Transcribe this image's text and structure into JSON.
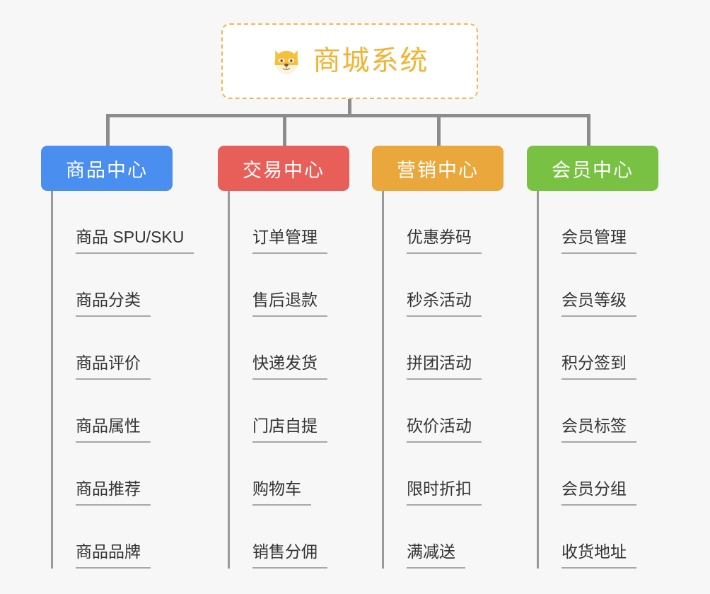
{
  "canvas": {
    "background_color": "#f7f7f7"
  },
  "root": {
    "label": "商城系统",
    "icon": "dog-face-icon",
    "text_color": "#f3b231",
    "border_color": "#f0b952",
    "fill_color": "#ffffff"
  },
  "connector": {
    "color": "#8c8c8c"
  },
  "columns": [
    {
      "id": "product-center",
      "title": "商品中心",
      "color": "#4a8ef0",
      "leaves": [
        "商品 SPU/SKU",
        "商品分类",
        "商品评价",
        "商品属性",
        "商品推荐",
        "商品品牌"
      ]
    },
    {
      "id": "trade-center",
      "title": "交易中心",
      "color": "#e85f5a",
      "leaves": [
        "订单管理",
        "售后退款",
        "快递发货",
        "门店自提",
        "购物车",
        "销售分佣"
      ]
    },
    {
      "id": "marketing-center",
      "title": "营销中心",
      "color": "#eaa83c",
      "leaves": [
        "优惠券码",
        "秒杀活动",
        "拼团活动",
        "砍价活动",
        "限时折扣",
        "满减送"
      ]
    },
    {
      "id": "member-center",
      "title": "会员中心",
      "color": "#79c143",
      "leaves": [
        "会员管理",
        "会员等级",
        "积分签到",
        "会员标签",
        "会员分组",
        "收货地址"
      ]
    }
  ]
}
